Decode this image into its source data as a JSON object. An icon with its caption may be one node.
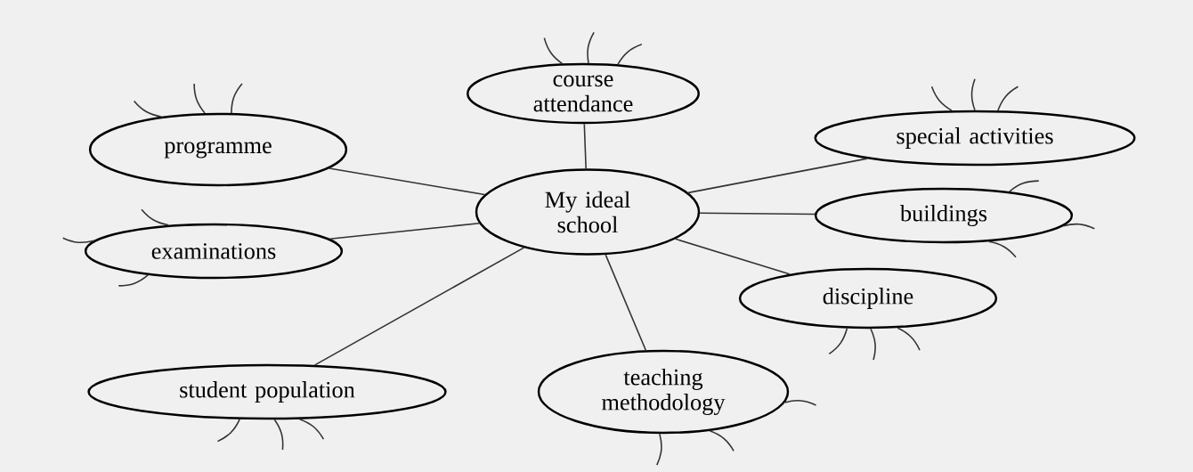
{
  "diagram": {
    "nodes": [
      {
        "text": [
          "My ideal school"
        ]
      },
      {
        "text": [
          "course attendance"
        ]
      },
      {
        "text": [
          "programme"
        ]
      },
      {
        "text": [
          "special activities"
        ]
      },
      {
        "text": [
          "examinations"
        ]
      },
      {
        "text": [
          "buildings"
        ]
      },
      {
        "text": [
          "discipline"
        ]
      },
      {
        "text": [
          "student population"
        ]
      },
      {
        "text": [
          "teaching methodology"
        ]
      }
    ],
    "edges": [
      {
        "from": 0,
        "to": 1,
        "arrow": "none"
      },
      {
        "from": 0,
        "to": 2,
        "arrow": "none"
      },
      {
        "from": 0,
        "to": 3,
        "arrow": "none"
      },
      {
        "from": 0,
        "to": 4,
        "arrow": "none"
      },
      {
        "from": 0,
        "to": 5,
        "arrow": "none"
      },
      {
        "from": 0,
        "to": 6,
        "arrow": "none"
      },
      {
        "from": 0,
        "to": 7,
        "arrow": "none"
      },
      {
        "from": 0,
        "to": 8,
        "arrow": "none"
      },
      {
        "from": 1,
        "to": null,
        "arrow": "none"
      },
      {
        "from": 1,
        "to": null,
        "arrow": "none"
      },
      {
        "from": 1,
        "to": null,
        "arrow": "none"
      },
      {
        "from": 2,
        "to": null,
        "arrow": "none"
      },
      {
        "from": 2,
        "to": null,
        "arrow": "none"
      },
      {
        "from": 2,
        "to": null,
        "arrow": "none"
      },
      {
        "from": 3,
        "to": null,
        "arrow": "none"
      },
      {
        "from": 3,
        "to": null,
        "arrow": "none"
      },
      {
        "from": 3,
        "to": null,
        "arrow": "none"
      },
      {
        "from": 4,
        "to": null,
        "arrow": "none"
      },
      {
        "from": 4,
        "to": null,
        "arrow": "none"
      },
      {
        "from": 4,
        "to": null,
        "arrow": "none"
      },
      {
        "from": 5,
        "to": null,
        "arrow": "none"
      },
      {
        "from": 5,
        "to": null,
        "arrow": "none"
      },
      {
        "from": 5,
        "to": null,
        "arrow": "none"
      },
      {
        "from": 6,
        "to": null,
        "arrow": "none"
      },
      {
        "from": 6,
        "to": null,
        "arrow": "none"
      },
      {
        "from": 6,
        "to": null,
        "arrow": "none"
      },
      {
        "from": 7,
        "to": null,
        "arrow": "none"
      },
      {
        "from": 7,
        "to": null,
        "arrow": "none"
      },
      {
        "from": 7,
        "to": null,
        "arrow": "none"
      },
      {
        "from": 8,
        "to": null,
        "arrow": "none"
      },
      {
        "from": 8,
        "to": null,
        "arrow": "none"
      },
      {
        "from": 8,
        "to": null,
        "arrow": "none"
      }
    ]
  }
}
